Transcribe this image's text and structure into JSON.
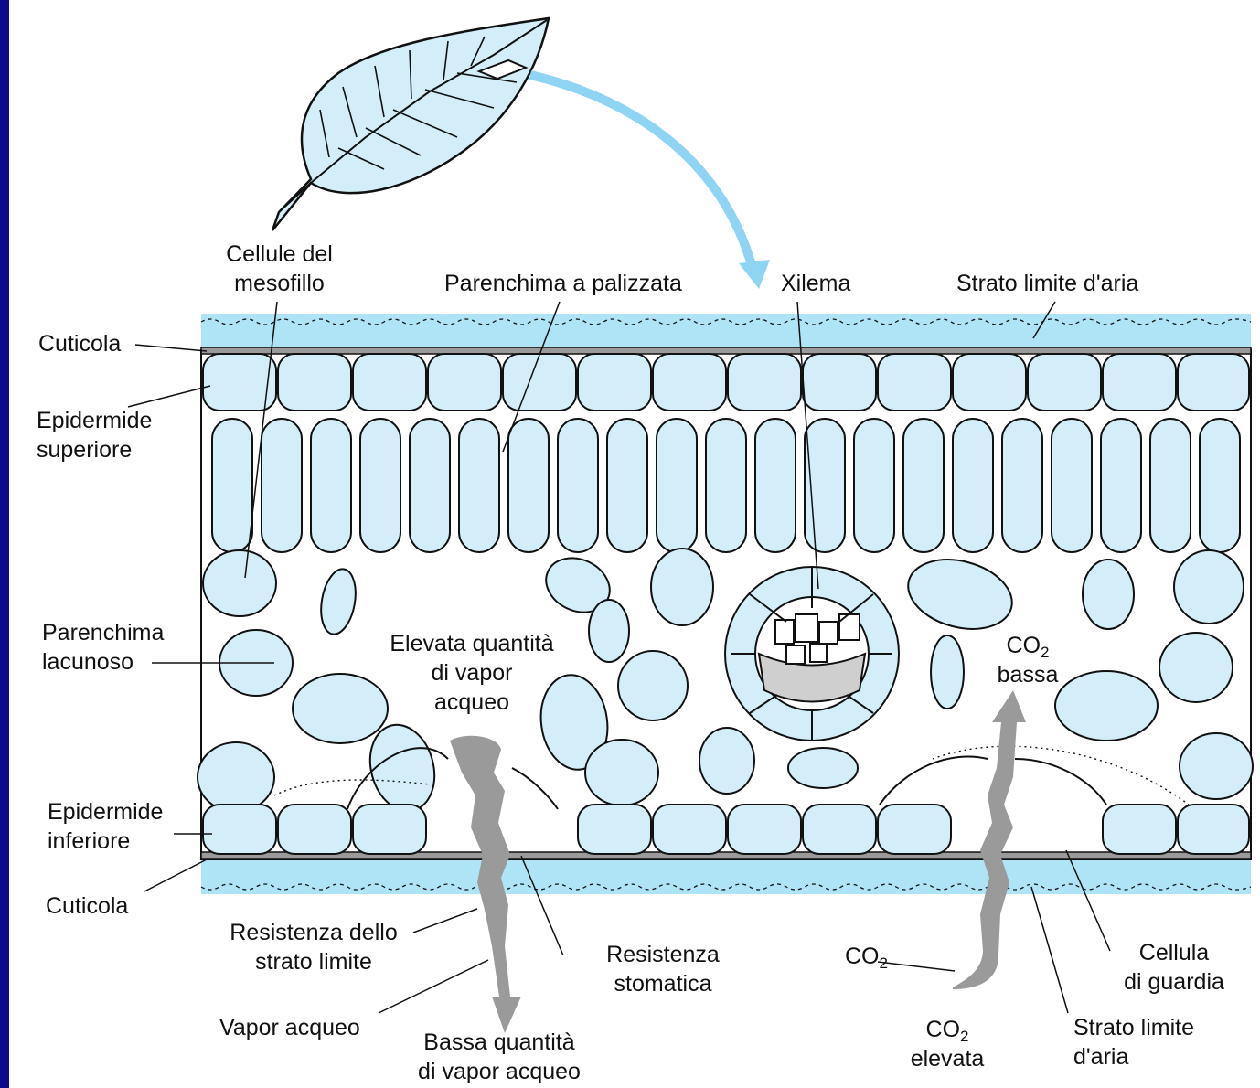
{
  "labels": {
    "cellule_mesofillo_1": "Cellule del",
    "cellule_mesofillo_2": "mesofillo",
    "parenchima_palizzata": "Parenchima a palizzata",
    "xilema": "Xilema",
    "strato_limite_top": "Strato limite d'aria",
    "cuticola_top": "Cuticola",
    "epidermide_sup_1": "Epidermide",
    "epidermide_sup_2": "superiore",
    "parenchima_lacunoso_1": "Parenchima",
    "parenchima_lacunoso_2": "lacunoso",
    "elevata_vapor_1": "Elevata quantità",
    "elevata_vapor_2": "di vapor",
    "elevata_vapor_3": "acqueo",
    "co2_bassa_1": "CO",
    "co2_bassa_sub": "2",
    "co2_bassa_2": "bassa",
    "epidermide_inf_1": "Epidermide",
    "epidermide_inf_2": "inferiore",
    "cuticola_bottom": "Cuticola",
    "resistenza_strato_1": "Resistenza dello",
    "resistenza_strato_2": "strato limite",
    "resistenza_stomatica_1": "Resistenza",
    "resistenza_stomatica_2": "stomatica",
    "co2_arrow": "CO",
    "co2_arrow_sub": "2",
    "cellula_guardia_1": "Cellula",
    "cellula_guardia_2": "di guardia",
    "vapor_acqueo": "Vapor acqueo",
    "bassa_vapor_1": "Bassa quantità",
    "bassa_vapor_2": "di vapor acqueo",
    "co2_elevata_1": "CO",
    "co2_elevata_sub": "2",
    "co2_elevata_2": "elevata",
    "strato_limite_bottom_1": "Strato limite",
    "strato_limite_bottom_2": "d'aria"
  },
  "colors": {
    "background_border": "#0b0b8c",
    "air_layer": "#aee4f6",
    "cell_fill": "#d3eef9",
    "cell_outline": "#111111",
    "arrow_blue": "#8fd4f2",
    "flow_gray": "#9a9a9a"
  }
}
